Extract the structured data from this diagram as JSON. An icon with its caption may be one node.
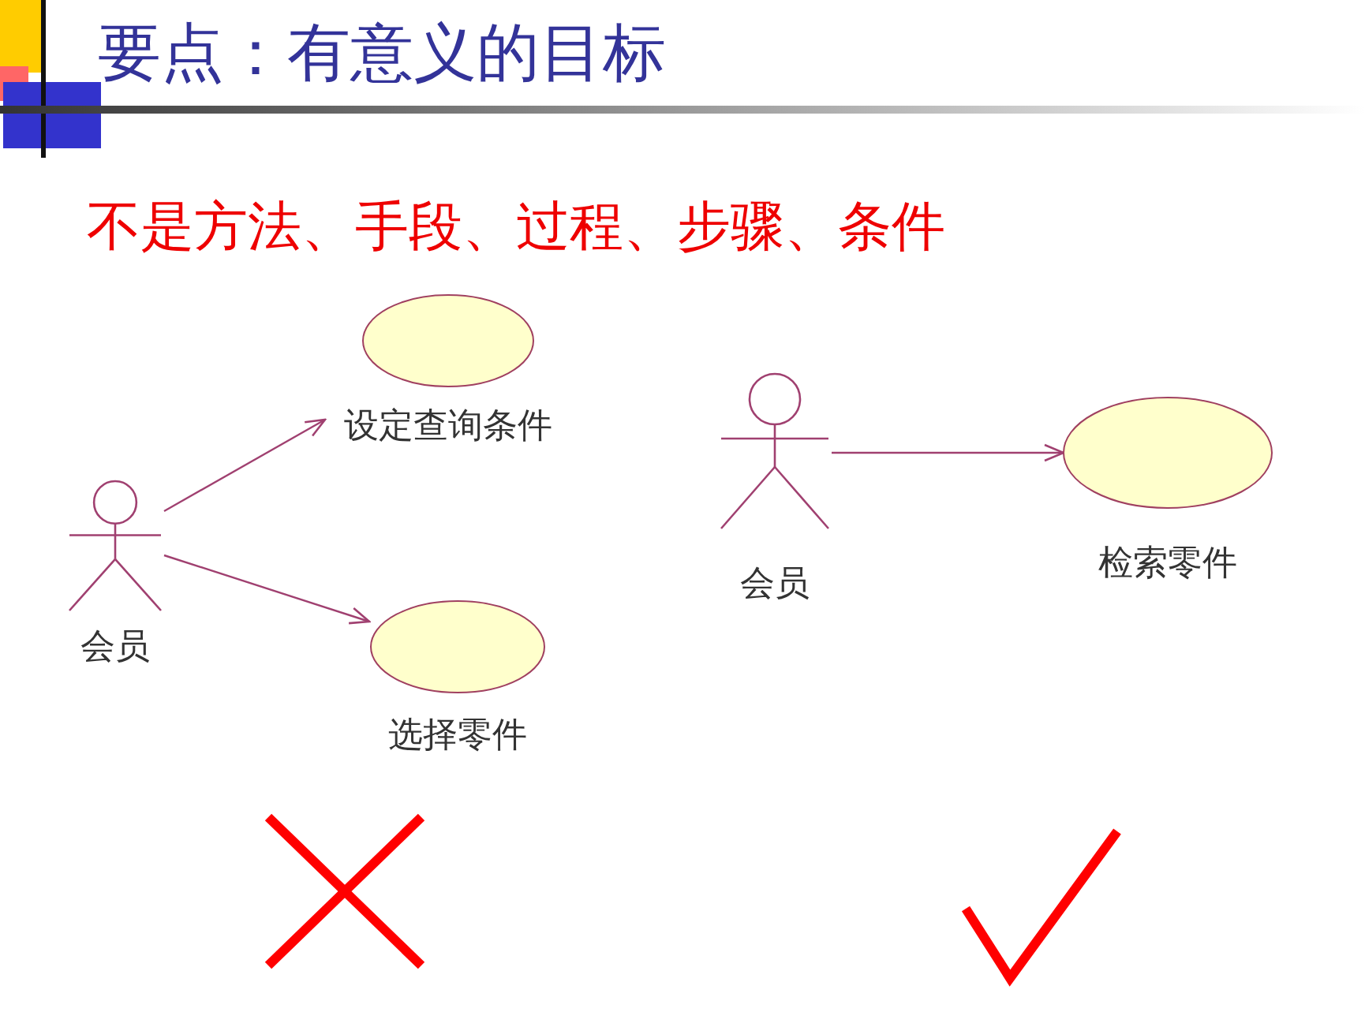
{
  "diagram": {
    "title": "要点：有意义的目标",
    "nodes": [
      {
        "text": [
          "会员"
        ]
      },
      {
        "text": [
          "设定查询条件"
        ]
      },
      {
        "text": [
          "选择零件"
        ]
      },
      {
        "text": [
          "会员"
        ]
      },
      {
        "text": [
          "检索零件"
        ]
      }
    ],
    "edges": [
      {
        "from": 0,
        "to": 1,
        "arrow": "to"
      },
      {
        "from": 0,
        "to": 2,
        "arrow": "to"
      },
      {
        "from": 3,
        "to": 4,
        "arrow": "to"
      }
    ],
    "labels": [
      "不是方法、手段、过程、步骤、条件"
    ]
  }
}
